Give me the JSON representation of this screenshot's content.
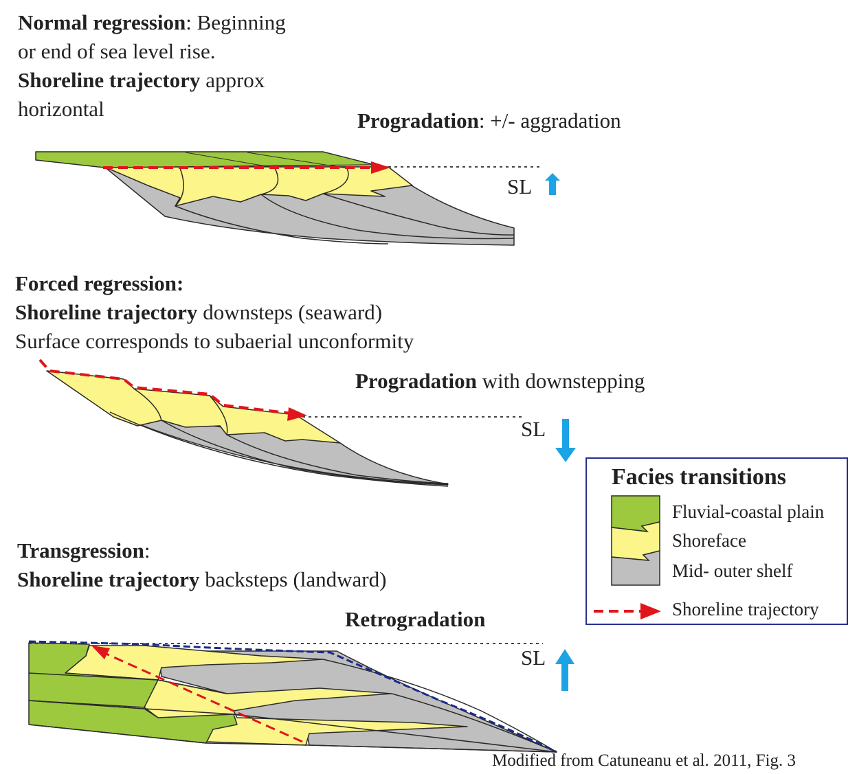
{
  "panels": {
    "normal": {
      "heading_bold": "Normal regression",
      "heading_rest": ": Beginning",
      "line2": "or end of sea level rise.",
      "line3_bold": "Shoreline trajectory",
      "line3_rest": " approx",
      "line4": "horizontal",
      "process_bold": "Progradation",
      "process_rest": ": +/- aggradation",
      "sl_label": "SL",
      "sl_direction": "up"
    },
    "forced": {
      "heading_bold": "Forced regression:",
      "line2_bold": "Shoreline trajectory",
      "line2_rest": " downsteps (seaward)",
      "line3": "Surface corresponds to subaerial unconformity",
      "process_bold": "Progradation",
      "process_rest": " with downstepping",
      "sl_label": "SL",
      "sl_direction": "down"
    },
    "transgression": {
      "heading_bold": "Transgression",
      "heading_rest": ":",
      "line2_bold": "Shoreline trajectory",
      "line2_rest": " backsteps (landward)",
      "process_bold": "Retrogradation",
      "sl_label": "SL",
      "sl_direction": "up"
    }
  },
  "legend": {
    "title": "Facies transitions",
    "items": [
      {
        "label": "Fluvial-coastal plain",
        "color": "#9dc93e"
      },
      {
        "label": "Shoreface",
        "color": "#fbf58a"
      },
      {
        "label": "Mid- outer shelf",
        "color": "#bfbfbf"
      },
      {
        "label": "Shoreline trajectory",
        "color": "#e0161c"
      }
    ]
  },
  "credit": "Modified from Catuneanu et al. 2011, Fig. 3",
  "colors": {
    "fluvial": "#9dc93e",
    "shoreface": "#fbf58a",
    "shelf": "#bfbfbf",
    "trajectory": "#e0161c",
    "arrow": "#1ca3e6",
    "transgressive_surface": "#1a2a8c",
    "outline": "#2b2b2b"
  }
}
